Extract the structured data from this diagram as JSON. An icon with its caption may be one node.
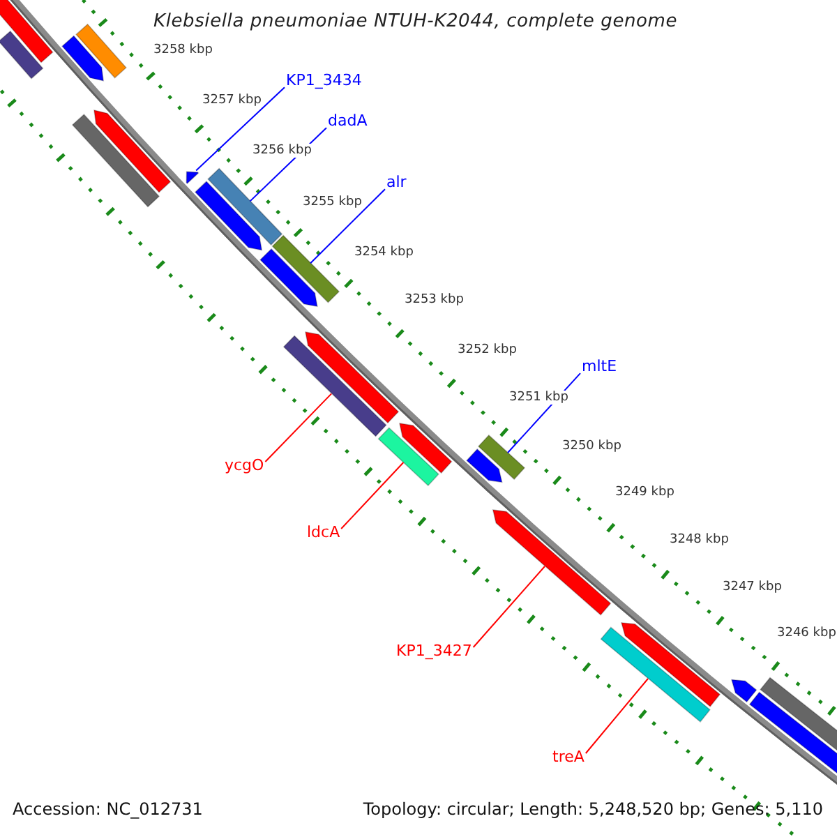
{
  "diagram": {
    "title": "Klebsiella pneumoniae NTUH-K2044, complete genome",
    "nodes": [
      {
        "text": [
          "KP1_3434"
        ]
      },
      {
        "text": [
          "dadA"
        ]
      },
      {
        "text": [
          "alr"
        ]
      },
      {
        "text": [
          "mltE"
        ]
      },
      {
        "text": [
          "ycgO"
        ]
      },
      {
        "text": [
          "ldcA"
        ]
      },
      {
        "text": [
          "KP1_3427"
        ]
      },
      {
        "text": [
          "treA"
        ]
      },
      {
        "text": [],
        "shape": "bar"
      },
      {
        "text": [],
        "shape": "bar"
      },
      {
        "text": [],
        "shape": "arrow"
      },
      {
        "text": [],
        "shape": "bar"
      },
      {
        "text": [],
        "shape": "bar"
      },
      {
        "text": [],
        "shape": "arrow"
      },
      {
        "text": [],
        "shape": "arrow"
      },
      {
        "text": [],
        "shape": "arrow"
      },
      {
        "text": [],
        "shape": "bar"
      },
      {
        "text": [],
        "shape": "arrow"
      },
      {
        "text": [],
        "shape": "bar"
      },
      {
        "text": [],
        "shape": "bar"
      },
      {
        "text": [],
        "shape": "arrow"
      },
      {
        "text": [],
        "shape": "bar"
      },
      {
        "text": [],
        "shape": "arrow"
      },
      {
        "text": [],
        "shape": "arrow"
      },
      {
        "text": [],
        "shape": "bar"
      },
      {
        "text": [],
        "shape": "arrow"
      },
      {
        "text": [],
        "shape": "bar"
      },
      {
        "text": [],
        "shape": "arrow"
      },
      {
        "text": [],
        "shape": "arrow"
      },
      {
        "text": [],
        "shape": "arrow"
      },
      {
        "text": [],
        "shape": "bar"
      }
    ],
    "edges": [
      {
        "from": 0,
        "to": 14,
        "arrow": "none",
        "color": "#0000ff"
      },
      {
        "from": 1,
        "to": 16,
        "arrow": "none",
        "color": "#0000ff"
      },
      {
        "from": 2,
        "to": 18,
        "arrow": "none",
        "color": "#0000ff"
      },
      {
        "from": 3,
        "to": 24,
        "arrow": "none",
        "color": "#0000ff"
      },
      {
        "from": 4,
        "to": 19,
        "arrow": "none",
        "color": "#ff0000"
      },
      {
        "from": 5,
        "to": 21,
        "arrow": "none",
        "color": "#ff0000"
      },
      {
        "from": 6,
        "to": 25,
        "arrow": "none",
        "color": "#ff0000"
      },
      {
        "from": 7,
        "to": 26,
        "arrow": "none",
        "color": "#ff0000"
      }
    ],
    "labels": [
      "3258 kbp",
      "3257 kbp",
      "3256 kbp",
      "3255 kbp",
      "3254 kbp",
      "3253 kbp",
      "3252 kbp",
      "3251 kbp",
      "3250 kbp",
      "3249 kbp",
      "3248 kbp",
      "3247 kbp",
      "3246 kbp",
      "Accession: NC_012731",
      "Topology: circular; Length: 5,248,520 bp; Genes: 5,110"
    ]
  }
}
